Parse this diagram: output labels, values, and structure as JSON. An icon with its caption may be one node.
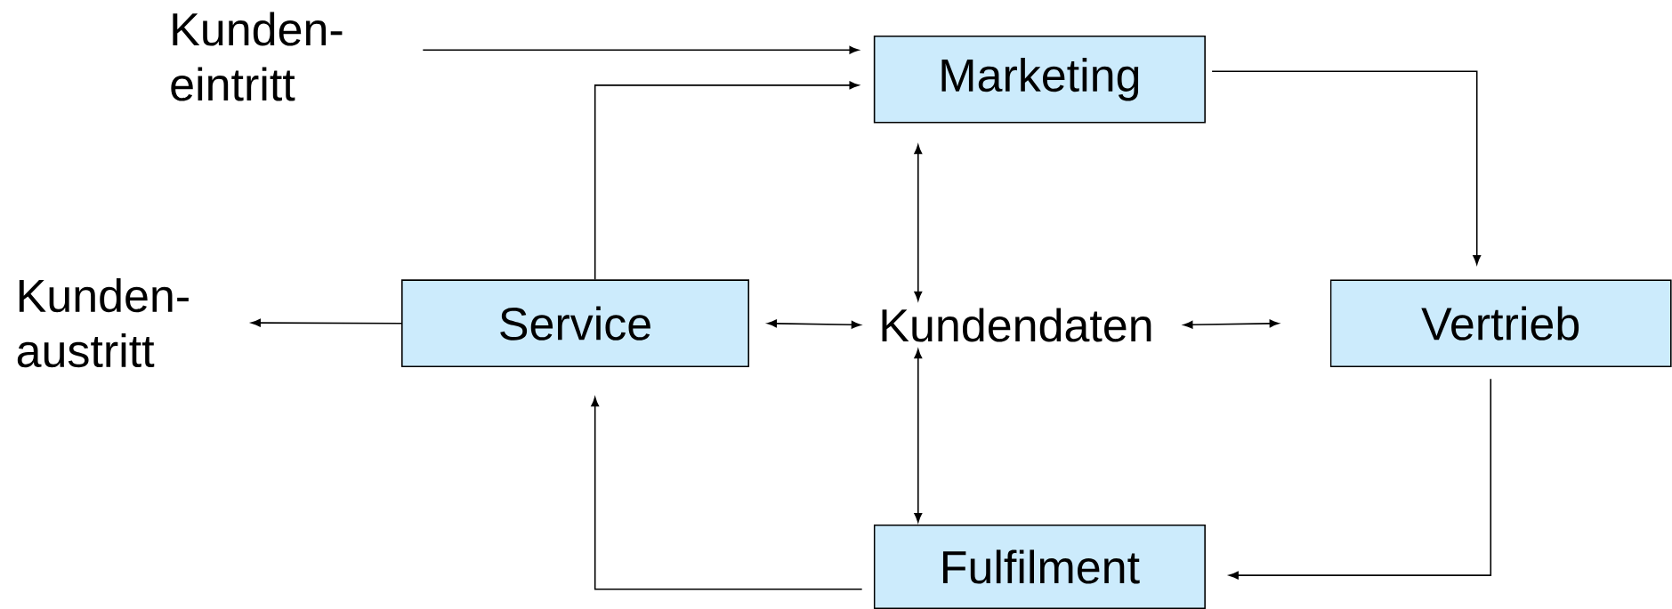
{
  "diagram": {
    "nodes": [
      {
        "text": [
          "Kunden- eintritt"
        ]
      },
      {
        "text": [
          "Marketing"
        ]
      },
      {
        "text": [
          "Kunden- austritt"
        ]
      },
      {
        "text": [
          "Service"
        ]
      },
      {
        "text": [
          "Kundendaten"
        ]
      },
      {
        "text": [
          "Vertrieb"
        ]
      },
      {
        "text": [
          "Fulfilment"
        ]
      }
    ],
    "edges": [
      {
        "from": 0,
        "to": 1,
        "arrow": "to"
      },
      {
        "from": 3,
        "to": 1,
        "arrow": "to"
      },
      {
        "from": 1,
        "to": 5,
        "arrow": "to"
      },
      {
        "from": 1,
        "to": 4,
        "arrow": "both"
      },
      {
        "from": 3,
        "to": 2,
        "arrow": "to"
      },
      {
        "from": 3,
        "to": 4,
        "arrow": "both"
      },
      {
        "from": 4,
        "to": 5,
        "arrow": "both"
      },
      {
        "from": 4,
        "to": 6,
        "arrow": "both"
      },
      {
        "from": 5,
        "to": 6,
        "arrow": "to"
      },
      {
        "from": 6,
        "to": 3,
        "arrow": "to"
      }
    ]
  }
}
